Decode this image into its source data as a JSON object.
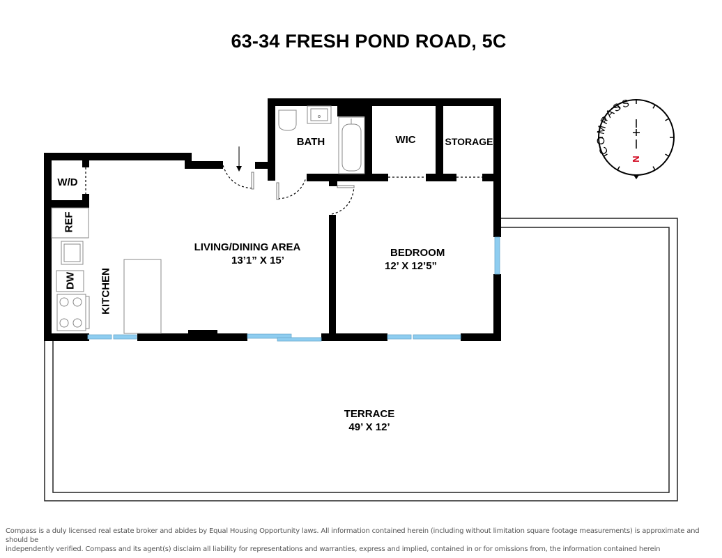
{
  "header": {
    "title": "63-34 FRESH POND ROAD, 5C"
  },
  "rooms": {
    "bath": {
      "name": "BATH"
    },
    "wic": {
      "name": "WIC"
    },
    "storage": {
      "name": "STORAGE"
    },
    "wd": {
      "name": "W/D"
    },
    "ref": {
      "name": "REF"
    },
    "dw": {
      "name": "DW"
    },
    "kitchen": {
      "name": "KITCHEN"
    },
    "living": {
      "name": "LIVING/DINING AREA",
      "dimensions": "13’1” X 15’"
    },
    "bedroom": {
      "name": "BEDROOM",
      "dimensions": "12’ X 12’5”"
    },
    "terrace": {
      "name": "TERRACE",
      "dimensions": "49’ X 12’"
    }
  },
  "compass": {
    "text": "COMPASS",
    "north_label": "N",
    "north_color": "#d0021b"
  },
  "colors": {
    "wall": "#000000",
    "window": "#8ecdf0",
    "fixture_stroke": "#888888"
  },
  "footer": {
    "disclaimer_line1": "Compass is a duly licensed real estate broker and abides by Equal Housing Opportunity laws.  All information contained herein (including without limitation square footage measurements) is approximate and should be",
    "disclaimer_line2": "independently verified. Compass and its agent(s) disclaim all liability for representations and warranties, express and implied, contained in or for omissions from, the information contained herein"
  }
}
